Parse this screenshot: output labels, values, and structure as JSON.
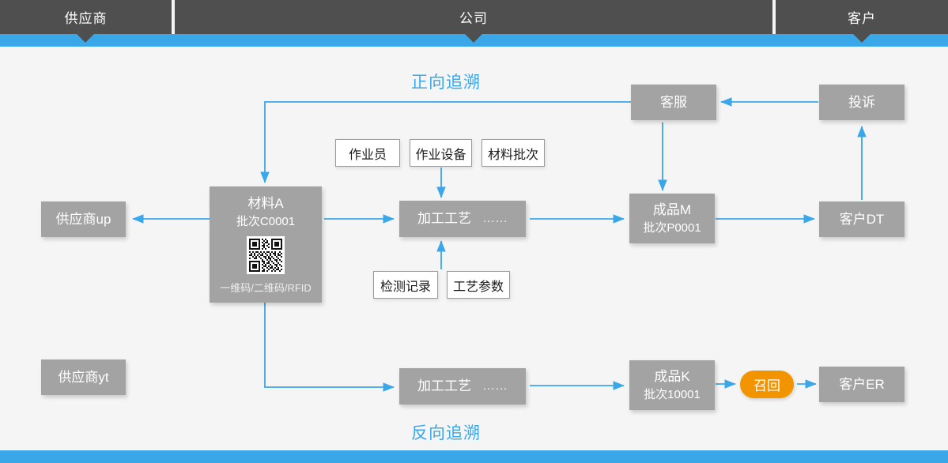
{
  "lanes": [
    {
      "id": "supplier",
      "label": "供应商"
    },
    {
      "id": "company",
      "label": "公司"
    },
    {
      "id": "customer",
      "label": "客户"
    }
  ],
  "captions": {
    "forward": "正向追溯",
    "reverse": "反向追溯"
  },
  "colors": {
    "accent_blue": "#3aa7e8",
    "lane_bar": "#4f4f4f",
    "node_grey": "#a3a3a3",
    "recall_orange": "#f29400",
    "canvas": "#f5f5f5"
  },
  "nodes": {
    "supplier_up": {
      "label": "供应商up"
    },
    "supplier_yt": {
      "label": "供应商yt"
    },
    "material_a": {
      "title": "材料A",
      "batch": "批次C0001",
      "code_types": "一维码/二维码/RFID",
      "qr_icon": "qr-code-icon"
    },
    "process_top": {
      "label": "加工工艺",
      "ellipsis": "……"
    },
    "process_bottom": {
      "label": "加工工艺",
      "ellipsis": "……"
    },
    "product_m": {
      "title": "成品M",
      "batch": "批次P0001"
    },
    "product_k": {
      "title": "成品K",
      "batch": "批次10001"
    },
    "customer_service": {
      "label": "客服"
    },
    "complaint": {
      "label": "投诉"
    },
    "customer_dt": {
      "label": "客户DT"
    },
    "customer_er": {
      "label": "客户ER"
    },
    "recall": {
      "label": "召回"
    }
  },
  "chips": [
    {
      "id": "operator",
      "label": "作业员"
    },
    {
      "id": "equipment",
      "label": "作业设备"
    },
    {
      "id": "material-batch",
      "label": "材料批次"
    },
    {
      "id": "test-record",
      "label": "检测记录"
    },
    {
      "id": "process-param",
      "label": "工艺参数"
    }
  ]
}
